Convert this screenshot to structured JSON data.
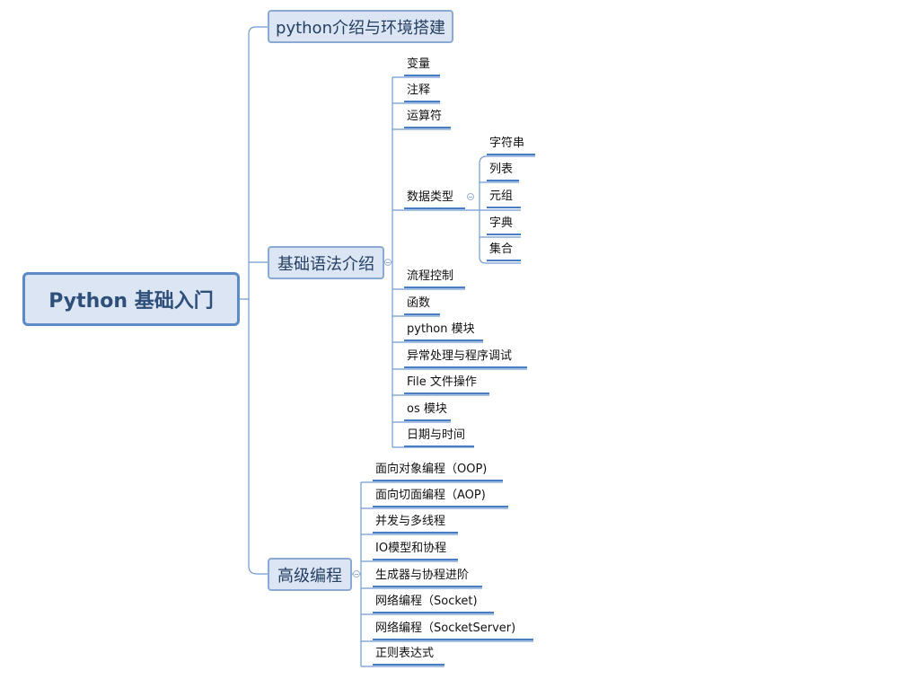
{
  "root": "Python 基础入门",
  "branches": [
    {
      "label": "python介绍与环境搭建"
    },
    {
      "label": "基础语法介绍",
      "children": [
        "变量",
        "注释",
        "运算符",
        "数据类型",
        "流程控制",
        "函数",
        "python 模块",
        "异常处理与程序调试",
        "File 文件操作",
        "os 模块",
        "日期与时间"
      ],
      "data_types": [
        "字符串",
        "列表",
        "元组",
        "字典",
        "集合"
      ]
    },
    {
      "label": "高级编程",
      "children": [
        "面向对象编程（OOP)",
        "面向切面编程（AOP)",
        "并发与多线程",
        "IO模型和协程",
        "生成器与协程进阶",
        "网络编程（Socket)",
        "网络编程（SocketServer)",
        "正则表达式"
      ]
    }
  ]
}
